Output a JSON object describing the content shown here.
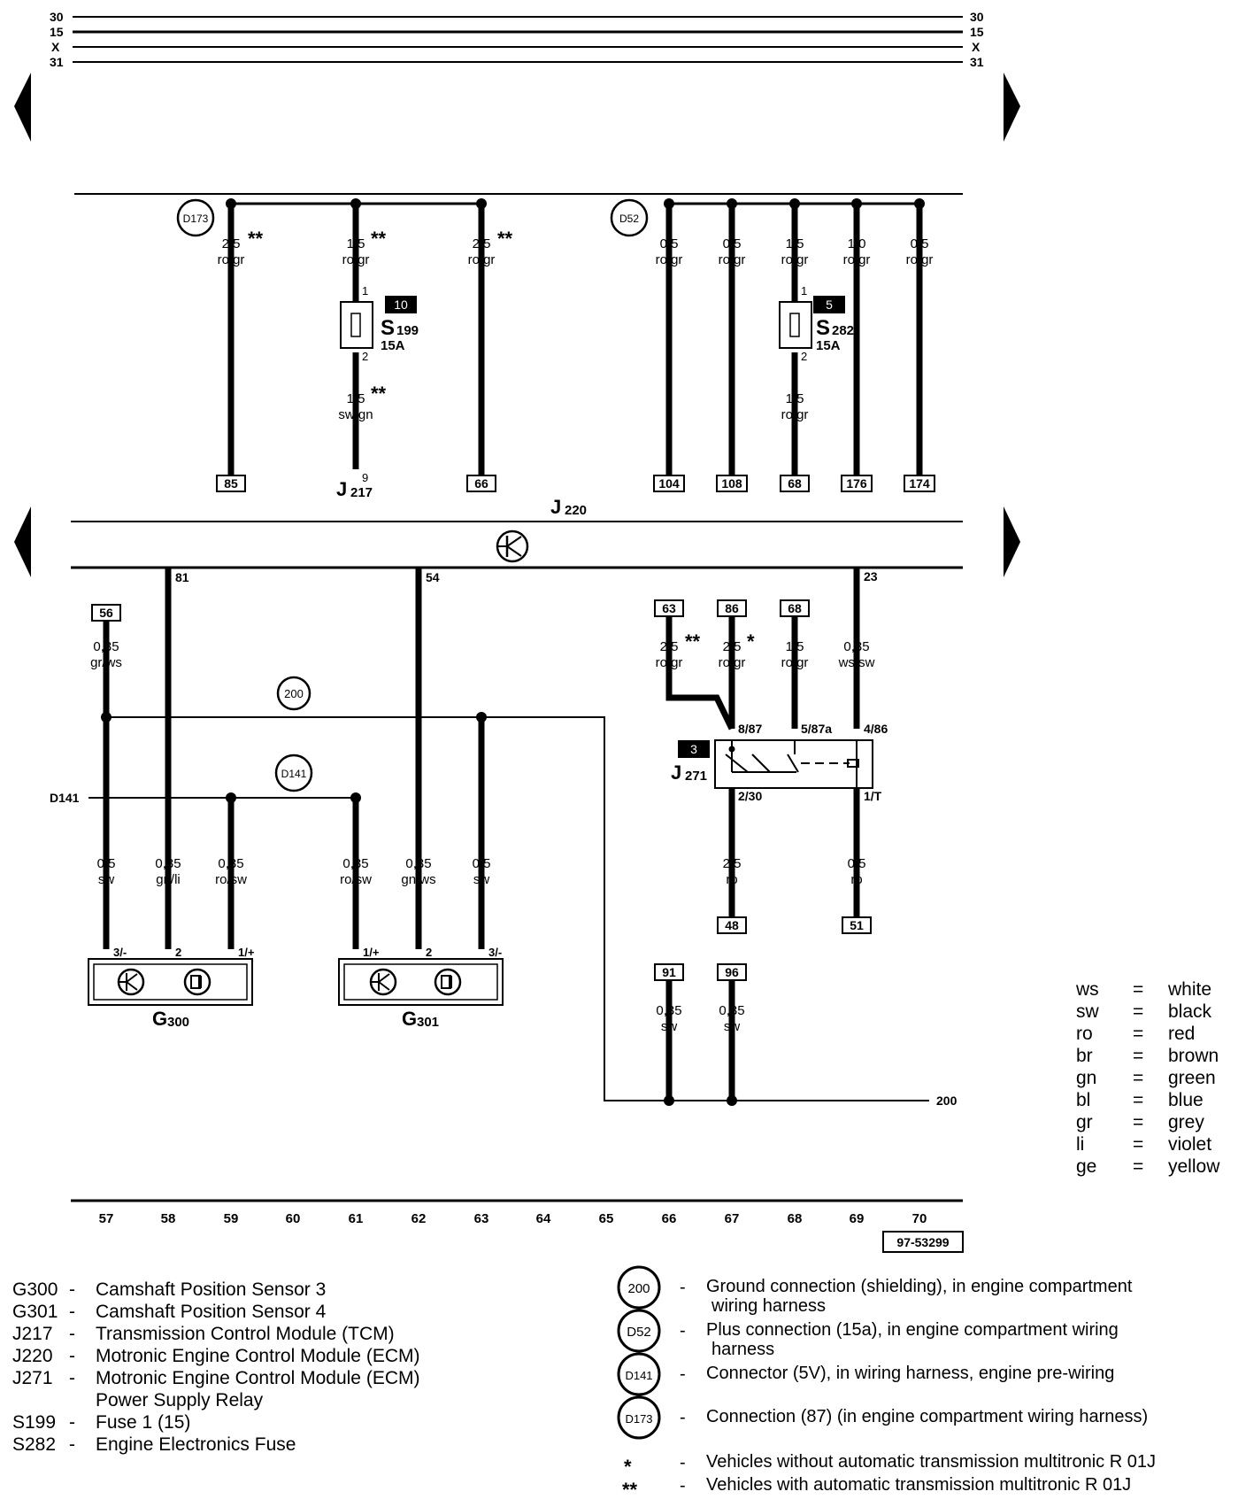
{
  "bus_lines": [
    "30",
    "15",
    "X",
    "31"
  ],
  "top_section": {
    "ground_D173": "D173",
    "plus_D52": "D52",
    "wires": [
      {
        "id": "w240",
        "size": "2,5",
        "color": "ro/gr",
        "marker": "**",
        "terminal": "85"
      },
      {
        "id": "w370a",
        "size": "1,5",
        "color": "ro/gr",
        "marker": "**"
      },
      {
        "id": "w370b",
        "size": "1,5",
        "color": "sw/gn",
        "marker": "**",
        "pin": "9"
      },
      {
        "id": "w500",
        "size": "2,5",
        "color": "ro/gr",
        "marker": "**",
        "terminal": "66"
      },
      {
        "id": "w695",
        "size": "0,5",
        "color": "ro/gr",
        "terminal": "104"
      },
      {
        "id": "w760",
        "size": "0,5",
        "color": "ro/gr",
        "terminal": "108"
      },
      {
        "id": "w825a",
        "size": "1,5",
        "color": "ro/gr"
      },
      {
        "id": "w825b",
        "size": "1,5",
        "color": "ro/gr",
        "terminal": "68"
      },
      {
        "id": "w890",
        "size": "1,0",
        "color": "ro/gr",
        "terminal": "176"
      },
      {
        "id": "w955",
        "size": "0,5",
        "color": "ro/gr",
        "terminal": "174"
      }
    ],
    "fuse_S199": {
      "label": "S",
      "sub": "199",
      "rating": "15A",
      "badge": "10",
      "pin_in": "1",
      "pin_out": "2"
    },
    "fuse_S282": {
      "label": "S",
      "sub": "282",
      "rating": "15A",
      "badge": "5",
      "pin_in": "1",
      "pin_out": "2"
    },
    "J217": {
      "label": "J",
      "sub": "217"
    }
  },
  "J220": {
    "label": "J",
    "sub": "220"
  },
  "bottom_section": {
    "pin_81": "81",
    "pin_54": "54",
    "pin_23": "23",
    "ground_200": "200",
    "connector_D141": "D141",
    "D141_side": "D141",
    "terminal_56": "56",
    "wire_56": {
      "size": "0,35",
      "color": "gr/ws"
    },
    "relay_terminals": [
      "63",
      "86",
      "68"
    ],
    "relay_wires": [
      {
        "size": "2,5",
        "color": "ro/gr",
        "marker": "**"
      },
      {
        "size": "2,5",
        "color": "ro/gr",
        "marker": "*"
      },
      {
        "size": "1,5",
        "color": "ro/gr"
      },
      {
        "size": "0,35",
        "color": "ws/sw"
      }
    ],
    "relay_pins": [
      "8/87",
      "5/87a",
      "4/86",
      "2/30",
      "1/T"
    ],
    "J271": {
      "label": "J",
      "sub": "271",
      "badge": "3"
    },
    "relay_out_wires": [
      {
        "size": "2,5",
        "color": "ro",
        "terminal": "48"
      },
      {
        "size": "0,5",
        "color": "ro",
        "terminal": "51"
      }
    ],
    "sensor_wires": [
      {
        "size": "0,5",
        "color": "sw"
      },
      {
        "size": "0,35",
        "color": "gn/li"
      },
      {
        "size": "0,35",
        "color": "ro/sw"
      },
      {
        "size": "0,35",
        "color": "ro/sw"
      },
      {
        "size": "0,35",
        "color": "gn/ws"
      },
      {
        "size": "0,5",
        "color": "sw"
      }
    ],
    "G300": {
      "label": "G",
      "sub": "300",
      "pins": [
        "3/-",
        "2",
        "1/+"
      ]
    },
    "G301": {
      "label": "G",
      "sub": "301",
      "pins": [
        "1/+",
        "2",
        "3/-"
      ]
    },
    "ground_wires": [
      {
        "terminal": "91",
        "size": "0,35",
        "color": "sw"
      },
      {
        "terminal": "96",
        "size": "0,35",
        "color": "sw"
      }
    ],
    "ground_200_end": "200"
  },
  "color_key": [
    {
      "code": "ws",
      "name": "white"
    },
    {
      "code": "sw",
      "name": "black"
    },
    {
      "code": "ro",
      "name": "red"
    },
    {
      "code": "br",
      "name": "brown"
    },
    {
      "code": "gn",
      "name": "green"
    },
    {
      "code": "bl",
      "name": "blue"
    },
    {
      "code": "gr",
      "name": "grey"
    },
    {
      "code": "li",
      "name": "violet"
    },
    {
      "code": "ge",
      "name": "yellow"
    }
  ],
  "current_tracks": [
    "57",
    "58",
    "59",
    "60",
    "61",
    "62",
    "63",
    "64",
    "65",
    "66",
    "67",
    "68",
    "69",
    "70"
  ],
  "reference_number": "97-53299",
  "component_legend": [
    {
      "code": "G300",
      "desc": "Camshaft Position Sensor 3"
    },
    {
      "code": "G301",
      "desc": "Camshaft Position Sensor 4"
    },
    {
      "code": "J217",
      "desc": "Transmission Control Module (TCM)"
    },
    {
      "code": "J220",
      "desc": "Motronic Engine Control Module (ECM)"
    },
    {
      "code": "J271",
      "desc": "Motronic Engine Control Module (ECM)"
    },
    {
      "code": "",
      "desc": "Power Supply Relay"
    },
    {
      "code": "S199",
      "desc": "Fuse 1 (15)"
    },
    {
      "code": "S282",
      "desc": "Engine Electronics Fuse"
    }
  ],
  "symbol_legend": [
    {
      "symbol": "200",
      "desc1": "Ground connection (shielding), in engine compartment",
      "desc2": "wiring harness"
    },
    {
      "symbol": "D52",
      "desc1": "Plus connection (15a), in engine compartment wiring",
      "desc2": "harness"
    },
    {
      "symbol": "D141",
      "desc1": "Connector (5V), in wiring harness, engine pre-wiring",
      "desc2": ""
    },
    {
      "symbol": "D173",
      "desc1": "Connection (87) (in engine compartment wiring harness)",
      "desc2": ""
    }
  ],
  "footnotes": [
    {
      "marker": "*",
      "desc": "Vehicles without automatic transmission multitronic R 01J"
    },
    {
      "marker": "**",
      "desc": "Vehicles with automatic transmission multitronic R 01J"
    }
  ]
}
